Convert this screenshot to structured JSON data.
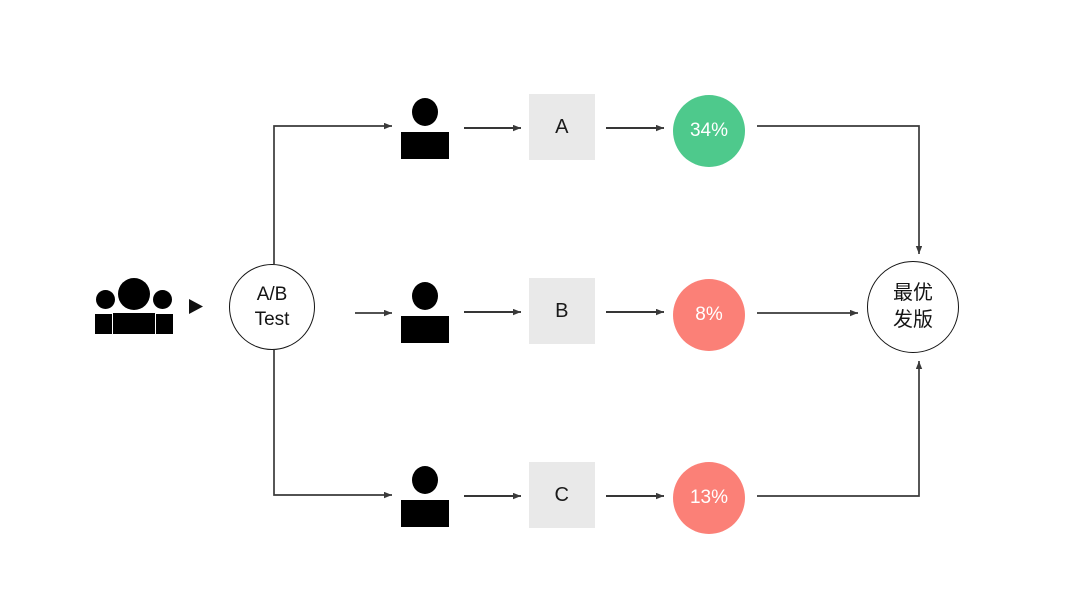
{
  "diagram": {
    "title": "A/B Test Flow",
    "colors": {
      "background": "#ffffff",
      "stroke": "#3a3a3a",
      "ink": "#141414",
      "variant_box": "#e9e9e9",
      "winner_green": "#4ec98c",
      "loser_red": "#fb8077"
    },
    "start": {
      "audience_icon": "group-of-people-icon",
      "feed_arrow_icon": "triangle-right-icon",
      "label_line1": "A/B",
      "label_line2": "Test"
    },
    "branches": [
      {
        "user_icon": "person-icon",
        "variant_label": "A",
        "result_value": "34%",
        "result_color": "#4ec98c",
        "is_winner": true
      },
      {
        "user_icon": "person-icon",
        "variant_label": "B",
        "result_value": "8%",
        "result_color": "#fb8077",
        "is_winner": false
      },
      {
        "user_icon": "person-icon",
        "variant_label": "C",
        "result_value": "13%",
        "result_color": "#fb8077",
        "is_winner": false
      }
    ],
    "end": {
      "label_line1": "最优",
      "label_line2": "发版"
    }
  }
}
